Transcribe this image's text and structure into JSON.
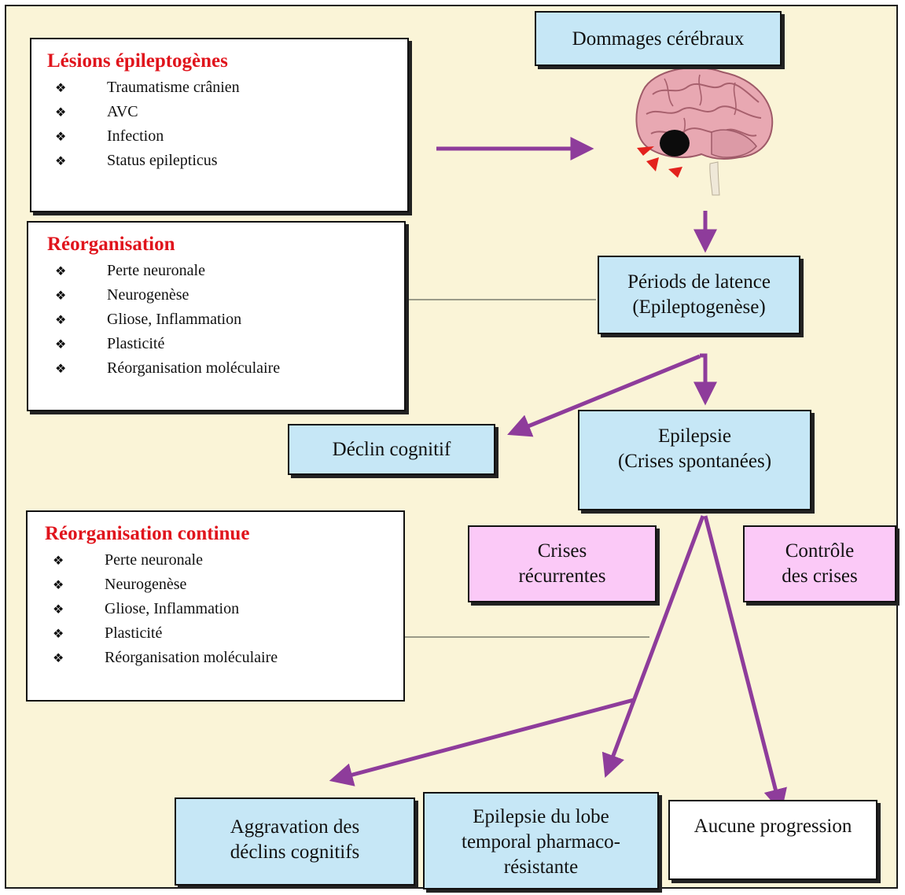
{
  "boxes": {
    "lesions": {
      "title": "Lésions épileptogènes",
      "items": [
        "Traumatisme crânien",
        "AVC",
        "Infection",
        "Status epilepticus"
      ]
    },
    "reorg": {
      "title": "Réorganisation",
      "items": [
        "Perte neuronale",
        "Neurogenèse",
        "Gliose, Inflammation",
        "Plasticité",
        "Réorganisation moléculaire"
      ]
    },
    "reorg_continue": {
      "title": "Réorganisation continue",
      "items": [
        "Perte neuronale",
        "Neurogenèse",
        "Gliose, Inflammation",
        "Plasticité",
        "Réorganisation moléculaire"
      ]
    },
    "dommages": "Dommages cérébraux",
    "latence": [
      "Périods de latence",
      "(Epileptogenèse)"
    ],
    "declin": "Déclin cognitif",
    "epilepsie": [
      "Epilepsie",
      "(Crises spontanées)"
    ],
    "crises_recurrentes": [
      "Crises",
      "récurrentes"
    ],
    "controle": [
      "Contrôle",
      "des crises"
    ],
    "aggravation": [
      "Aggravation des",
      "déclins cognitifs"
    ],
    "lobe": [
      "Epilepsie du lobe",
      "temporal pharmaco-",
      "résistante"
    ],
    "aucune": "Aucune progression"
  },
  "bullet_glyph": "❖",
  "colors": {
    "background": "#faf4d7",
    "box_blue": "#c6e7f6",
    "box_pink": "#fbc9f7",
    "title_red": "#e0141c",
    "arrow_purple": "#8e3c9b"
  },
  "icons": {
    "brain": "brain-icon"
  }
}
